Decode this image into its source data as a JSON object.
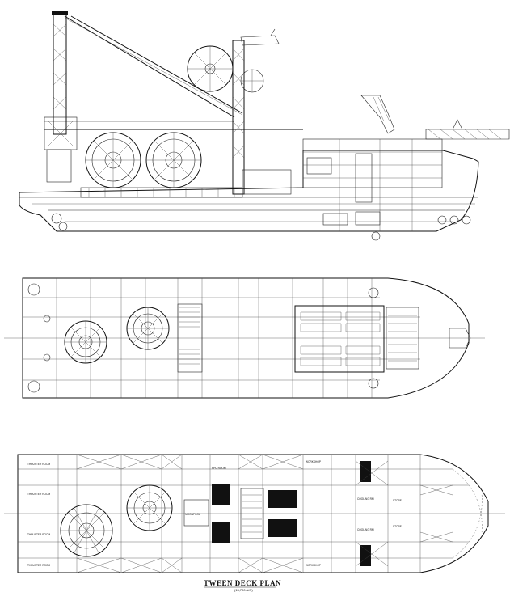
{
  "drawing": {
    "plan_title": "TWEEN DECK PLAN",
    "plan_subtitle": "(13,700 A/G)",
    "room_labels": {
      "moonpool": "MOONPOOL",
      "thruster_room_1": "THRUSTER ROOM",
      "thruster_room_2": "THRUSTER ROOM",
      "thruster_room_3": "THRUSTER ROOM",
      "thruster_room_4": "THRUSTER ROOM",
      "workshop_1": "WORKSHOP",
      "workshop_2": "WORKSHOP",
      "cooling_1": "COOLING RM",
      "cooling_2": "COOLING RM",
      "hpu_room": "HPU ROOM",
      "store_1": "STORE",
      "store_2": "STORE"
    }
  }
}
